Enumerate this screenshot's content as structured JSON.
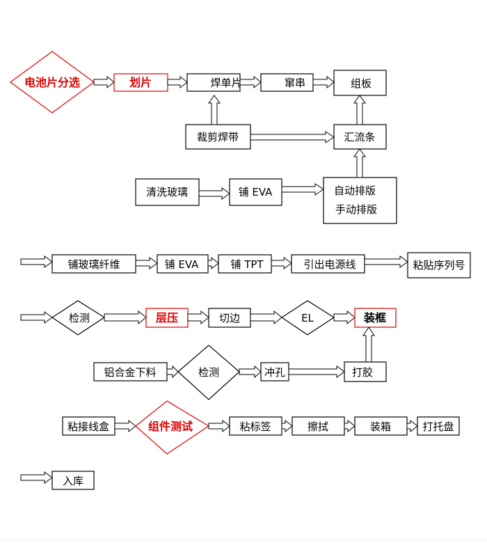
{
  "colors": {
    "line": "#000000",
    "highlight": "#e00000",
    "background": "#ffffff"
  },
  "nodes": {
    "cell_sorting": "电池片分选",
    "cutting": "划片",
    "single_weld": "焊单片",
    "string_weld": "窜串",
    "panel_assembly": "组板",
    "cut_ribbon": "裁剪焊带",
    "busbar": "汇流条",
    "clean_glass": "清洗玻璃",
    "lay_eva_1": "铺 EVA",
    "auto_layout": "自动排版",
    "manual_layout": "手动排版",
    "lay_fiberglass": "铺玻璃纤维",
    "lay_eva_2": "铺 EVA",
    "lay_tpt": "铺 TPT",
    "lead_out_wire": "引出电源线",
    "paste_serial": "粘贴序列号",
    "inspect_1": "检测",
    "lamination": "层压",
    "trimming": "切边",
    "el": "EL",
    "framing": "装框",
    "aluminum_cut": "铝合金下料",
    "inspect_2": "检测",
    "punching": "冲孔",
    "glue": "打胶",
    "junction_box": "粘接线盒",
    "module_test": "组件测试",
    "label": "粘标签",
    "wipe": "擦拭",
    "boxing": "装箱",
    "pallet": "打托盘",
    "storage": "入库"
  }
}
